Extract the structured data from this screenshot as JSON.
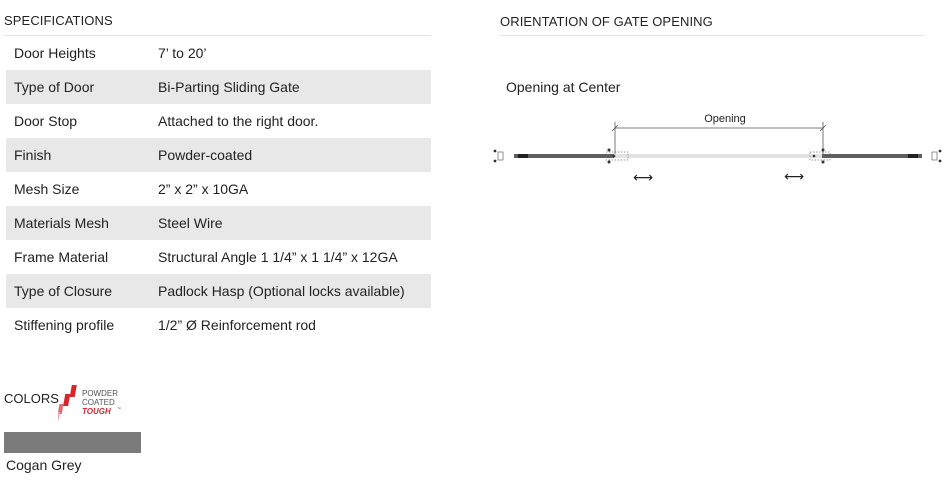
{
  "specifications": {
    "title": "SPECIFICATIONS",
    "rows": [
      {
        "label": "Door Heights",
        "value": "7’ to 20’"
      },
      {
        "label": "Type of Door",
        "value": "Bi-Parting Sliding Gate"
      },
      {
        "label": "Door Stop",
        "value": "Attached to the right door."
      },
      {
        "label": "Finish",
        "value": "Powder-coated"
      },
      {
        "label": "Mesh Size",
        "value": "2” x 2” x 10GA"
      },
      {
        "label": "Materials Mesh",
        "value": "Steel Wire"
      },
      {
        "label": "Frame Material",
        "value": "Structural Angle 1 1/4” x 1 1/4” x 12GA"
      },
      {
        "label": "Type of Closure",
        "value": "Padlock Hasp (Optional locks available)"
      },
      {
        "label": "Stiffening profile",
        "value": "1/2” Ø Reinforcement rod"
      }
    ]
  },
  "orientation": {
    "title": "ORIENTATION OF GATE OPENING",
    "caption": "Opening at Center",
    "dimension_label": "Opening",
    "slide_arrow_glyph": "⟷"
  },
  "colors": {
    "label": "COLORS",
    "badge": {
      "line1": "POWDER",
      "line2": "COATED",
      "line3": "TOUGH",
      "mark": "™"
    },
    "swatches": [
      {
        "name": "Cogan Grey",
        "color": "#7a7a7a"
      }
    ]
  },
  "palette": {
    "accent_red": "#d4262c",
    "stripe_grey": "#e8e8e8"
  }
}
